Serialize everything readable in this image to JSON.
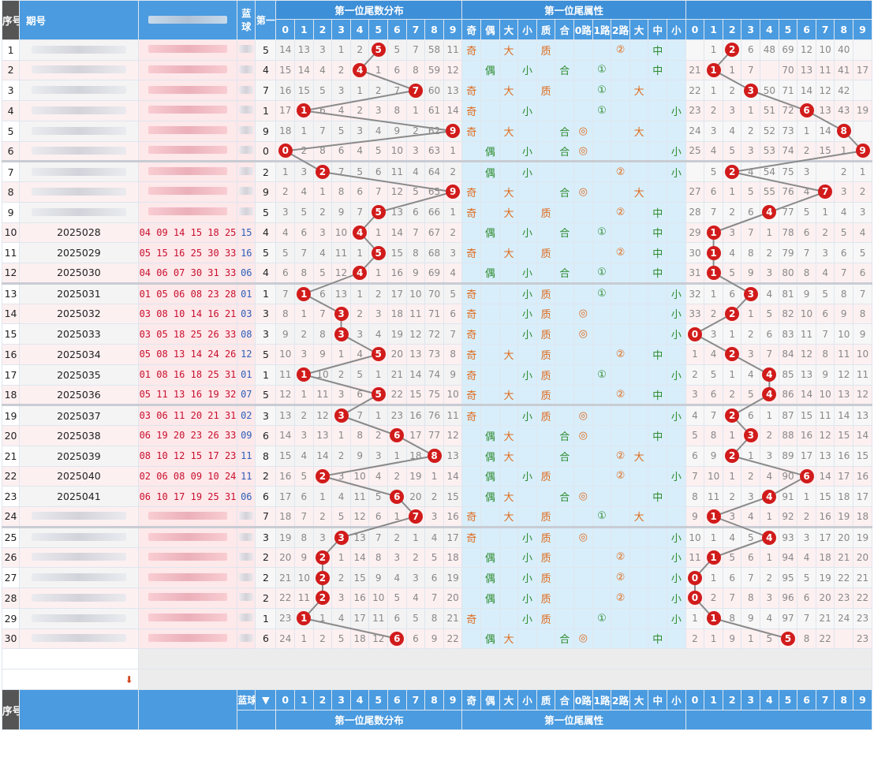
{
  "header": {
    "seq_label": "序号",
    "period_label": "期号",
    "blue_label": "蓝球",
    "first_label": "第一",
    "dist_title": "第一位尾数分布",
    "attr_title": "第一位尾属性",
    "digits": [
      "0",
      "1",
      "2",
      "3",
      "4",
      "5",
      "6",
      "7",
      "8",
      "9"
    ],
    "attr_labels": [
      "奇",
      "偶",
      "大",
      "小",
      "质",
      "合",
      "0路",
      "1路",
      "2路",
      "大",
      "中",
      "小"
    ]
  },
  "rows": [
    {
      "seq": "1",
      "period": "",
      "nums": "",
      "first": "5",
      "dist": [
        "14",
        "13",
        "3",
        "1",
        "2",
        "5",
        "5",
        "7",
        "58",
        "11"
      ],
      "attr": [
        "奇",
        "",
        "大",
        "",
        "质",
        "",
        "",
        "",
        "②",
        "",
        "中",
        ""
      ],
      "tail": [
        "",
        "1",
        "2",
        "6",
        "48",
        "69",
        "12",
        "10",
        "40",
        ""
      ],
      "sep": false
    },
    {
      "seq": "2",
      "period": "",
      "nums": "",
      "first": "4",
      "dist": [
        "15",
        "14",
        "4",
        "2",
        "4",
        "1",
        "6",
        "8",
        "59",
        "12"
      ],
      "attr": [
        "",
        "偶",
        "",
        "小",
        "",
        "合",
        "",
        "①",
        "",
        "",
        "中",
        ""
      ],
      "tail": [
        "21",
        "1",
        "1",
        "7",
        "",
        "70",
        "13",
        "11",
        "41",
        "17"
      ],
      "sep": false
    },
    {
      "seq": "3",
      "period": "",
      "nums": "",
      "first": "7",
      "dist": [
        "16",
        "15",
        "5",
        "3",
        "1",
        "2",
        "7",
        "7",
        "60",
        "13"
      ],
      "attr": [
        "奇",
        "",
        "大",
        "",
        "质",
        "",
        "",
        "①",
        "",
        "大",
        "",
        ""
      ],
      "tail": [
        "22",
        "1",
        "2",
        "3",
        "50",
        "71",
        "14",
        "12",
        "42",
        ""
      ],
      "sep": false
    },
    {
      "seq": "4",
      "period": "",
      "nums": "",
      "first": "1",
      "dist": [
        "17",
        "1",
        "6",
        "4",
        "2",
        "3",
        "8",
        "1",
        "61",
        "14"
      ],
      "attr": [
        "奇",
        "",
        "",
        "小",
        "",
        "",
        "",
        "①",
        "",
        "",
        "",
        "小"
      ],
      "tail": [
        "23",
        "2",
        "3",
        "1",
        "51",
        "72",
        "6",
        "13",
        "43",
        "19"
      ],
      "sep": false
    },
    {
      "seq": "5",
      "period": "",
      "nums": "",
      "first": "9",
      "dist": [
        "18",
        "1",
        "7",
        "5",
        "3",
        "4",
        "9",
        "2",
        "62",
        "9"
      ],
      "attr": [
        "奇",
        "",
        "大",
        "",
        "",
        "合",
        "◎",
        "",
        "",
        "大",
        "",
        ""
      ],
      "tail": [
        "24",
        "3",
        "4",
        "2",
        "52",
        "73",
        "1",
        "14",
        "8",
        ""
      ],
      "sep": false
    },
    {
      "seq": "6",
      "period": "",
      "nums": "",
      "first": "0",
      "dist": [
        "0",
        "2",
        "8",
        "6",
        "4",
        "5",
        "10",
        "3",
        "63",
        "1"
      ],
      "attr": [
        "",
        "偶",
        "",
        "小",
        "",
        "合",
        "◎",
        "",
        "",
        "",
        "",
        "小"
      ],
      "tail": [
        "25",
        "4",
        "5",
        "3",
        "53",
        "74",
        "2",
        "15",
        "1",
        "9"
      ],
      "sep": false
    },
    {
      "seq": "7",
      "period": "",
      "nums": "",
      "first": "2",
      "dist": [
        "1",
        "3",
        "2",
        "7",
        "5",
        "6",
        "11",
        "4",
        "64",
        "2"
      ],
      "attr": [
        "",
        "偶",
        "",
        "小",
        "",
        "",
        "",
        "",
        "②",
        "",
        "",
        "小"
      ],
      "tail": [
        "",
        "5",
        "2",
        "4",
        "54",
        "75",
        "3",
        "",
        "2",
        "1"
      ],
      "sep": true
    },
    {
      "seq": "8",
      "period": "",
      "nums": "",
      "first": "9",
      "dist": [
        "2",
        "4",
        "1",
        "8",
        "6",
        "7",
        "12",
        "5",
        "65",
        "9"
      ],
      "attr": [
        "奇",
        "",
        "大",
        "",
        "",
        "合",
        "◎",
        "",
        "",
        "大",
        "",
        ""
      ],
      "tail": [
        "27",
        "6",
        "1",
        "5",
        "55",
        "76",
        "4",
        "7",
        "3",
        "2"
      ],
      "sep": false
    },
    {
      "seq": "9",
      "period": "",
      "nums": "",
      "first": "5",
      "dist": [
        "3",
        "5",
        "2",
        "9",
        "7",
        "5",
        "13",
        "6",
        "66",
        "1"
      ],
      "attr": [
        "奇",
        "",
        "大",
        "",
        "质",
        "",
        "",
        "",
        "②",
        "",
        "中",
        ""
      ],
      "tail": [
        "28",
        "7",
        "2",
        "6",
        "4",
        "77",
        "5",
        "1",
        "4",
        "3"
      ],
      "sep": false
    },
    {
      "seq": "10",
      "period": "2025028",
      "nums": "04 09 14 15 18 25",
      "blue": "15",
      "first": "4",
      "dist": [
        "4",
        "6",
        "3",
        "10",
        "4",
        "1",
        "14",
        "7",
        "67",
        "2"
      ],
      "attr": [
        "",
        "偶",
        "",
        "小",
        "",
        "合",
        "",
        "①",
        "",
        "",
        "中",
        ""
      ],
      "tail": [
        "29",
        "1",
        "3",
        "7",
        "1",
        "78",
        "6",
        "2",
        "5",
        "4"
      ],
      "sep": false
    },
    {
      "seq": "11",
      "period": "2025029",
      "nums": "05 15 16 25 30 33",
      "blue": "16",
      "first": "5",
      "dist": [
        "5",
        "7",
        "4",
        "11",
        "1",
        "5",
        "15",
        "8",
        "68",
        "3"
      ],
      "attr": [
        "奇",
        "",
        "大",
        "",
        "质",
        "",
        "",
        "",
        "②",
        "",
        "中",
        ""
      ],
      "tail": [
        "30",
        "1",
        "4",
        "8",
        "2",
        "79",
        "7",
        "3",
        "6",
        "5"
      ],
      "sep": false
    },
    {
      "seq": "12",
      "period": "2025030",
      "nums": "04 06 07 30 31 33",
      "blue": "06",
      "first": "4",
      "dist": [
        "6",
        "8",
        "5",
        "12",
        "4",
        "1",
        "16",
        "9",
        "69",
        "4"
      ],
      "attr": [
        "",
        "偶",
        "",
        "小",
        "",
        "合",
        "",
        "①",
        "",
        "",
        "中",
        ""
      ],
      "tail": [
        "31",
        "1",
        "5",
        "9",
        "3",
        "80",
        "8",
        "4",
        "7",
        "6"
      ],
      "sep": false
    },
    {
      "seq": "13",
      "period": "2025031",
      "nums": "01 05 06 08 23 28",
      "blue": "01",
      "first": "1",
      "dist": [
        "7",
        "1",
        "6",
        "13",
        "1",
        "2",
        "17",
        "10",
        "70",
        "5"
      ],
      "attr": [
        "奇",
        "",
        "",
        "小",
        "质",
        "",
        "",
        "①",
        "",
        "",
        "",
        "小"
      ],
      "tail": [
        "32",
        "1",
        "6",
        "3",
        "4",
        "81",
        "9",
        "5",
        "8",
        "7"
      ],
      "sep": true
    },
    {
      "seq": "14",
      "period": "2025032",
      "nums": "03 08 10 14 16 21",
      "blue": "03",
      "first": "3",
      "dist": [
        "8",
        "1",
        "7",
        "3",
        "2",
        "3",
        "18",
        "11",
        "71",
        "6"
      ],
      "attr": [
        "奇",
        "",
        "",
        "小",
        "质",
        "",
        "◎",
        "",
        "",
        "",
        "",
        "小"
      ],
      "tail": [
        "33",
        "2",
        "2",
        "1",
        "5",
        "82",
        "10",
        "6",
        "9",
        "8"
      ],
      "sep": false
    },
    {
      "seq": "15",
      "period": "2025033",
      "nums": "03 05 18 25 26 33",
      "blue": "08",
      "first": "3",
      "dist": [
        "9",
        "2",
        "8",
        "3",
        "3",
        "4",
        "19",
        "12",
        "72",
        "7"
      ],
      "attr": [
        "奇",
        "",
        "",
        "小",
        "质",
        "",
        "◎",
        "",
        "",
        "",
        "",
        "小"
      ],
      "tail": [
        "0",
        "3",
        "1",
        "2",
        "6",
        "83",
        "11",
        "7",
        "10",
        "9"
      ],
      "sep": false
    },
    {
      "seq": "16",
      "period": "2025034",
      "nums": "05 08 13 14 24 26",
      "blue": "12",
      "first": "5",
      "dist": [
        "10",
        "3",
        "9",
        "1",
        "4",
        "5",
        "20",
        "13",
        "73",
        "8"
      ],
      "attr": [
        "奇",
        "",
        "大",
        "",
        "质",
        "",
        "",
        "",
        "②",
        "",
        "中",
        ""
      ],
      "tail": [
        "1",
        "4",
        "2",
        "3",
        "7",
        "84",
        "12",
        "8",
        "11",
        "10"
      ],
      "sep": false
    },
    {
      "seq": "17",
      "period": "2025035",
      "nums": "01 08 16 18 25 31",
      "blue": "01",
      "first": "1",
      "dist": [
        "11",
        "1",
        "10",
        "2",
        "5",
        "1",
        "21",
        "14",
        "74",
        "9"
      ],
      "attr": [
        "奇",
        "",
        "",
        "小",
        "质",
        "",
        "",
        "①",
        "",
        "",
        "",
        "小"
      ],
      "tail": [
        "2",
        "5",
        "1",
        "4",
        "4",
        "85",
        "13",
        "9",
        "12",
        "11"
      ],
      "sep": false
    },
    {
      "seq": "18",
      "period": "2025036",
      "nums": "05 11 13 16 19 32",
      "blue": "07",
      "first": "5",
      "dist": [
        "12",
        "1",
        "11",
        "3",
        "6",
        "5",
        "22",
        "15",
        "75",
        "10"
      ],
      "attr": [
        "奇",
        "",
        "大",
        "",
        "质",
        "",
        "",
        "",
        "②",
        "",
        "中",
        ""
      ],
      "tail": [
        "3",
        "6",
        "2",
        "5",
        "4",
        "86",
        "14",
        "10",
        "13",
        "12"
      ],
      "sep": false
    },
    {
      "seq": "19",
      "period": "2025037",
      "nums": "03 06 11 20 21 31",
      "blue": "02",
      "first": "3",
      "dist": [
        "13",
        "2",
        "12",
        "3",
        "7",
        "1",
        "23",
        "16",
        "76",
        "11"
      ],
      "attr": [
        "奇",
        "",
        "",
        "小",
        "质",
        "",
        "◎",
        "",
        "",
        "",
        "",
        "小"
      ],
      "tail": [
        "4",
        "7",
        "2",
        "6",
        "1",
        "87",
        "15",
        "11",
        "14",
        "13"
      ],
      "sep": true
    },
    {
      "seq": "20",
      "period": "2025038",
      "nums": "06 19 20 23 26 33",
      "blue": "09",
      "first": "6",
      "dist": [
        "14",
        "3",
        "13",
        "1",
        "8",
        "2",
        "6",
        "17",
        "77",
        "12"
      ],
      "attr": [
        "",
        "偶",
        "大",
        "",
        "",
        "合",
        "◎",
        "",
        "",
        "",
        "中",
        ""
      ],
      "tail": [
        "5",
        "8",
        "1",
        "3",
        "2",
        "88",
        "16",
        "12",
        "15",
        "14"
      ],
      "sep": false
    },
    {
      "seq": "21",
      "period": "2025039",
      "nums": "08 10 12 15 17 23",
      "blue": "11",
      "first": "8",
      "dist": [
        "15",
        "4",
        "14",
        "2",
        "9",
        "3",
        "1",
        "18",
        "8",
        "13"
      ],
      "attr": [
        "",
        "偶",
        "大",
        "",
        "",
        "合",
        "",
        "",
        "②",
        "大",
        "",
        ""
      ],
      "tail": [
        "6",
        "9",
        "2",
        "1",
        "3",
        "89",
        "17",
        "13",
        "16",
        "15"
      ],
      "sep": false
    },
    {
      "seq": "22",
      "period": "2025040",
      "nums": "02 06 08 09 10 24",
      "blue": "11",
      "first": "2",
      "dist": [
        "16",
        "5",
        "2",
        "3",
        "10",
        "4",
        "2",
        "19",
        "1",
        "14"
      ],
      "attr": [
        "",
        "偶",
        "",
        "小",
        "质",
        "",
        "",
        "",
        "②",
        "",
        "",
        "小"
      ],
      "tail": [
        "7",
        "10",
        "1",
        "2",
        "4",
        "90",
        "6",
        "14",
        "17",
        "16"
      ],
      "sep": false
    },
    {
      "seq": "23",
      "period": "2025041",
      "nums": "06 10 17 19 25 31",
      "blue": "06",
      "first": "6",
      "dist": [
        "17",
        "6",
        "1",
        "4",
        "11",
        "5",
        "6",
        "20",
        "2",
        "15"
      ],
      "attr": [
        "",
        "偶",
        "大",
        "",
        "",
        "合",
        "◎",
        "",
        "",
        "",
        "中",
        ""
      ],
      "tail": [
        "8",
        "11",
        "2",
        "3",
        "4",
        "91",
        "1",
        "15",
        "18",
        "17"
      ],
      "sep": false
    },
    {
      "seq": "24",
      "period": "",
      "nums": "",
      "first": "7",
      "dist": [
        "18",
        "7",
        "2",
        "5",
        "12",
        "6",
        "1",
        "7",
        "3",
        "16"
      ],
      "attr": [
        "奇",
        "",
        "大",
        "",
        "质",
        "",
        "",
        "①",
        "",
        "大",
        "",
        ""
      ],
      "tail": [
        "9",
        "1",
        "3",
        "4",
        "1",
        "92",
        "2",
        "16",
        "19",
        "18"
      ],
      "sep": false
    },
    {
      "seq": "25",
      "period": "",
      "nums": "",
      "first": "3",
      "dist": [
        "19",
        "8",
        "3",
        "3",
        "13",
        "7",
        "2",
        "1",
        "4",
        "17"
      ],
      "attr": [
        "奇",
        "",
        "",
        "小",
        "质",
        "",
        "◎",
        "",
        "",
        "",
        "",
        "小"
      ],
      "tail": [
        "10",
        "1",
        "4",
        "5",
        "4",
        "93",
        "3",
        "17",
        "20",
        "19"
      ],
      "sep": true
    },
    {
      "seq": "26",
      "period": "",
      "nums": "",
      "first": "2",
      "dist": [
        "20",
        "9",
        "2",
        "1",
        "14",
        "8",
        "3",
        "2",
        "5",
        "18"
      ],
      "attr": [
        "",
        "偶",
        "",
        "小",
        "质",
        "",
        "",
        "",
        "②",
        "",
        "",
        "小"
      ],
      "tail": [
        "11",
        "1",
        "5",
        "6",
        "1",
        "94",
        "4",
        "18",
        "21",
        "20"
      ],
      "sep": false
    },
    {
      "seq": "27",
      "period": "",
      "nums": "",
      "first": "2",
      "dist": [
        "21",
        "10",
        "2",
        "2",
        "15",
        "9",
        "4",
        "3",
        "6",
        "19"
      ],
      "attr": [
        "",
        "偶",
        "",
        "小",
        "质",
        "",
        "",
        "",
        "②",
        "",
        "",
        "小"
      ],
      "tail": [
        "0",
        "1",
        "6",
        "7",
        "2",
        "95",
        "5",
        "19",
        "22",
        "21"
      ],
      "sep": false
    },
    {
      "seq": "28",
      "period": "",
      "nums": "",
      "first": "2",
      "dist": [
        "22",
        "11",
        "2",
        "3",
        "16",
        "10",
        "5",
        "4",
        "7",
        "20"
      ],
      "attr": [
        "",
        "偶",
        "",
        "小",
        "质",
        "",
        "",
        "",
        "②",
        "",
        "",
        "小"
      ],
      "tail": [
        "0",
        "2",
        "7",
        "8",
        "3",
        "96",
        "6",
        "20",
        "23",
        "22"
      ],
      "sep": false
    },
    {
      "seq": "29",
      "period": "",
      "nums": "",
      "first": "1",
      "dist": [
        "23",
        "1",
        "1",
        "4",
        "17",
        "11",
        "6",
        "5",
        "8",
        "21"
      ],
      "attr": [
        "奇",
        "",
        "",
        "小",
        "质",
        "",
        "",
        "①",
        "",
        "",
        "",
        "小"
      ],
      "tail": [
        "1",
        "1",
        "8",
        "9",
        "4",
        "97",
        "7",
        "21",
        "24",
        "23"
      ],
      "sep": false
    },
    {
      "seq": "30",
      "period": "",
      "nums": "",
      "first": "6",
      "dist": [
        "24",
        "1",
        "2",
        "5",
        "18",
        "12",
        "6",
        "6",
        "9",
        "22"
      ],
      "attr": [
        "",
        "偶",
        "大",
        "",
        "",
        "合",
        "◎",
        "",
        "",
        "",
        "中",
        ""
      ],
      "tail": [
        "2",
        "1",
        "9",
        "1",
        "5",
        "5",
        "8",
        "22",
        "",
        "23"
      ],
      "sep": false
    }
  ],
  "balls": {
    "dist": [
      5,
      4,
      7,
      1,
      9,
      0,
      2,
      9,
      5,
      4,
      5,
      4,
      1,
      3,
      3,
      5,
      1,
      5,
      3,
      6,
      8,
      2,
      6,
      7,
      3,
      2,
      2,
      2,
      1,
      6
    ],
    "tail": [
      2,
      1,
      3,
      6,
      8,
      9,
      2,
      7,
      4,
      1,
      1,
      1,
      3,
      2,
      0,
      2,
      4,
      4,
      2,
      3,
      2,
      6,
      4,
      1,
      4,
      1,
      0,
      0,
      1,
      5
    ]
  },
  "colors": {
    "header_blue": "#4a9be0",
    "ball_red": "#d11b1b",
    "pink_row": "#fde8ea",
    "attr_blue": "#d8eefb"
  }
}
